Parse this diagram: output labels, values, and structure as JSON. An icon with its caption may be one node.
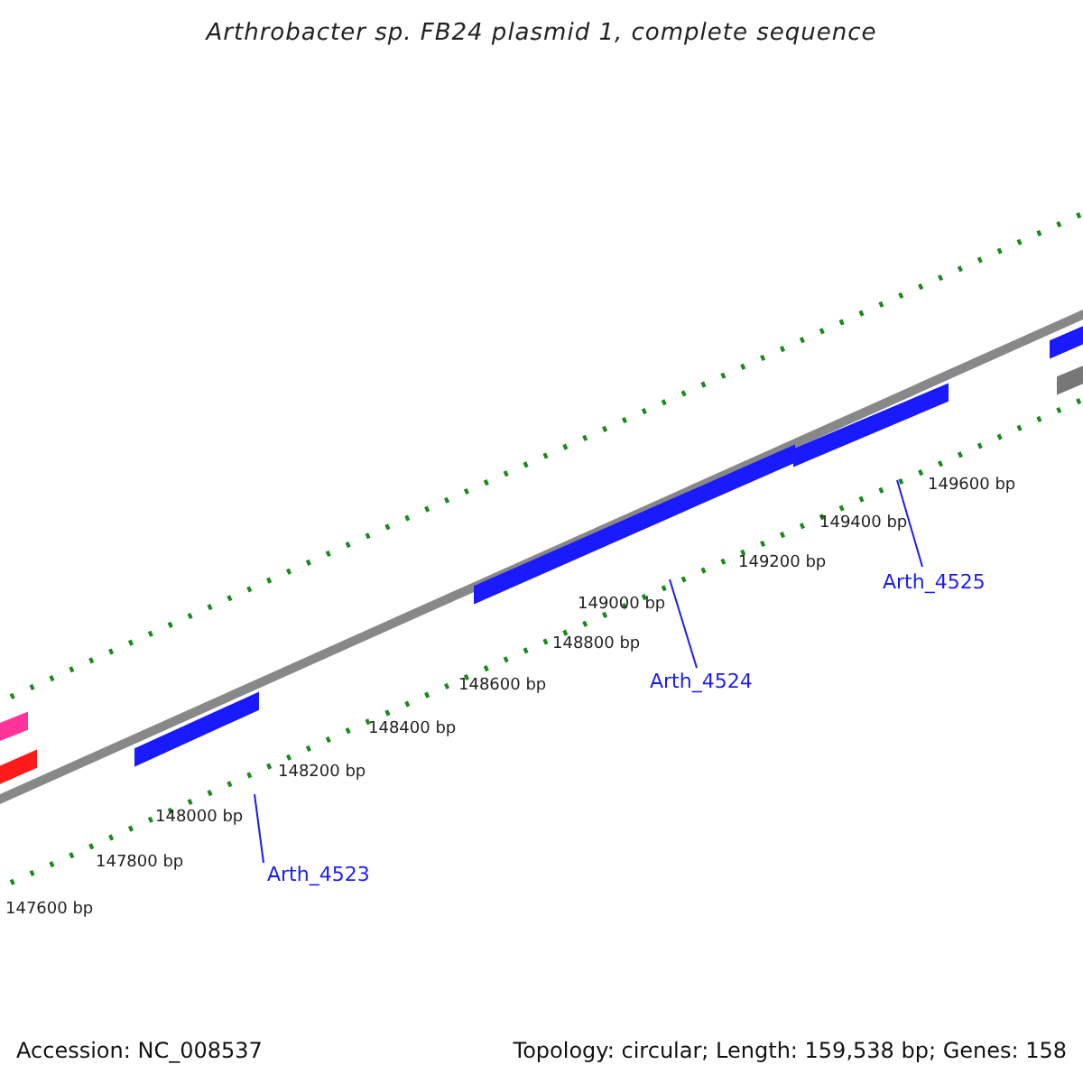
{
  "diagram": {
    "title": "Arthrobacter sp. FB24 plasmid 1, complete sequence",
    "nodes": [
      {
        "text": [],
        "shape": "bar"
      },
      {
        "text": [],
        "shape": "bar"
      },
      {
        "text": [],
        "shape": "bar"
      },
      {
        "text": [],
        "shape": "bar"
      },
      {
        "text": [],
        "shape": "bar"
      },
      {
        "text": [],
        "shape": "bar"
      },
      {
        "text": [],
        "shape": "bar"
      },
      {
        "text": [
          "Arth_4523"
        ]
      },
      {
        "text": [
          "Arth_4524"
        ]
      },
      {
        "text": [
          "Arth_4525"
        ]
      }
    ],
    "edges": [
      {
        "from": 7,
        "to": null,
        "arrow": "none"
      },
      {
        "from": 8,
        "to": null,
        "arrow": "none"
      },
      {
        "from": 9,
        "to": null,
        "arrow": "none"
      }
    ],
    "labels": [
      "149600 bp",
      "149400 bp",
      "149200 bp",
      "149000 bp",
      "148800 bp",
      "148600 bp",
      "148400 bp",
      "148200 bp",
      "148000 bp",
      "147800 bp",
      "147600 bp",
      "Accession: NC_008537",
      "Topology: circular; Length: 159,538 bp; Genes: 158"
    ]
  }
}
